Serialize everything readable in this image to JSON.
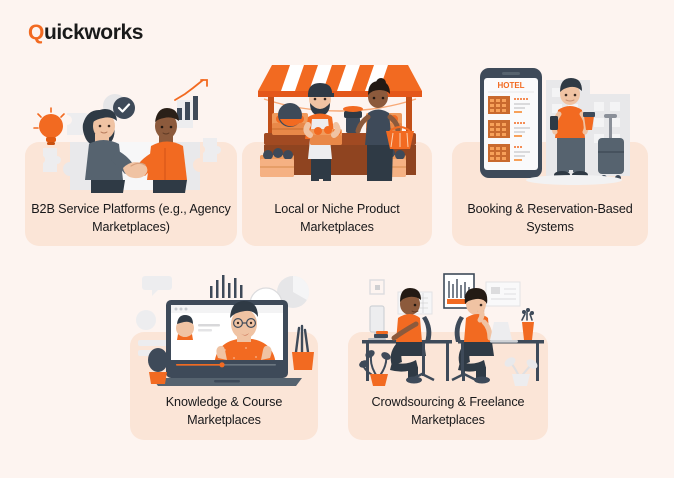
{
  "brand": {
    "name_accent": "Q",
    "name_rest": "uickworks",
    "accent_color": "#F26A21",
    "text_color": "#1A1A1A"
  },
  "palette": {
    "page_background": "#FDF4F0",
    "card_background": "#FBE5D7",
    "orange": "#F26A21",
    "orange_light": "#F7903D",
    "orange_pale": "#FBC9A4",
    "slate": "#3E4A59",
    "slate_dark": "#2F3A45",
    "grey_light": "#E4E4E6",
    "grey_mid": "#CFD2D6",
    "white": "#FFFFFF",
    "skin_light": "#F2C8A8",
    "skin_dark": "#8C5A3C",
    "text": "#18181A"
  },
  "cards": [
    {
      "id": "b2b-service-platforms",
      "label": "B2B Service Platforms (e.g., Agency Marketplaces)",
      "illustration": "handshake-partnership-illustration"
    },
    {
      "id": "local-niche-product",
      "label": "Local or Niche Product Marketplaces",
      "illustration": "market-stall-vendor-illustration"
    },
    {
      "id": "booking-reservation",
      "label": "Booking & Reservation-Based Systems",
      "illustration": "hotel-booking-phone-illustration",
      "screen_title": "HOTEL"
    },
    {
      "id": "knowledge-course",
      "label": "Knowledge & Course Marketplaces",
      "illustration": "online-course-laptop-illustration"
    },
    {
      "id": "crowdsourcing-freelance",
      "label": "Crowdsourcing & Freelance Marketplaces",
      "illustration": "freelancers-at-desks-illustration"
    }
  ]
}
